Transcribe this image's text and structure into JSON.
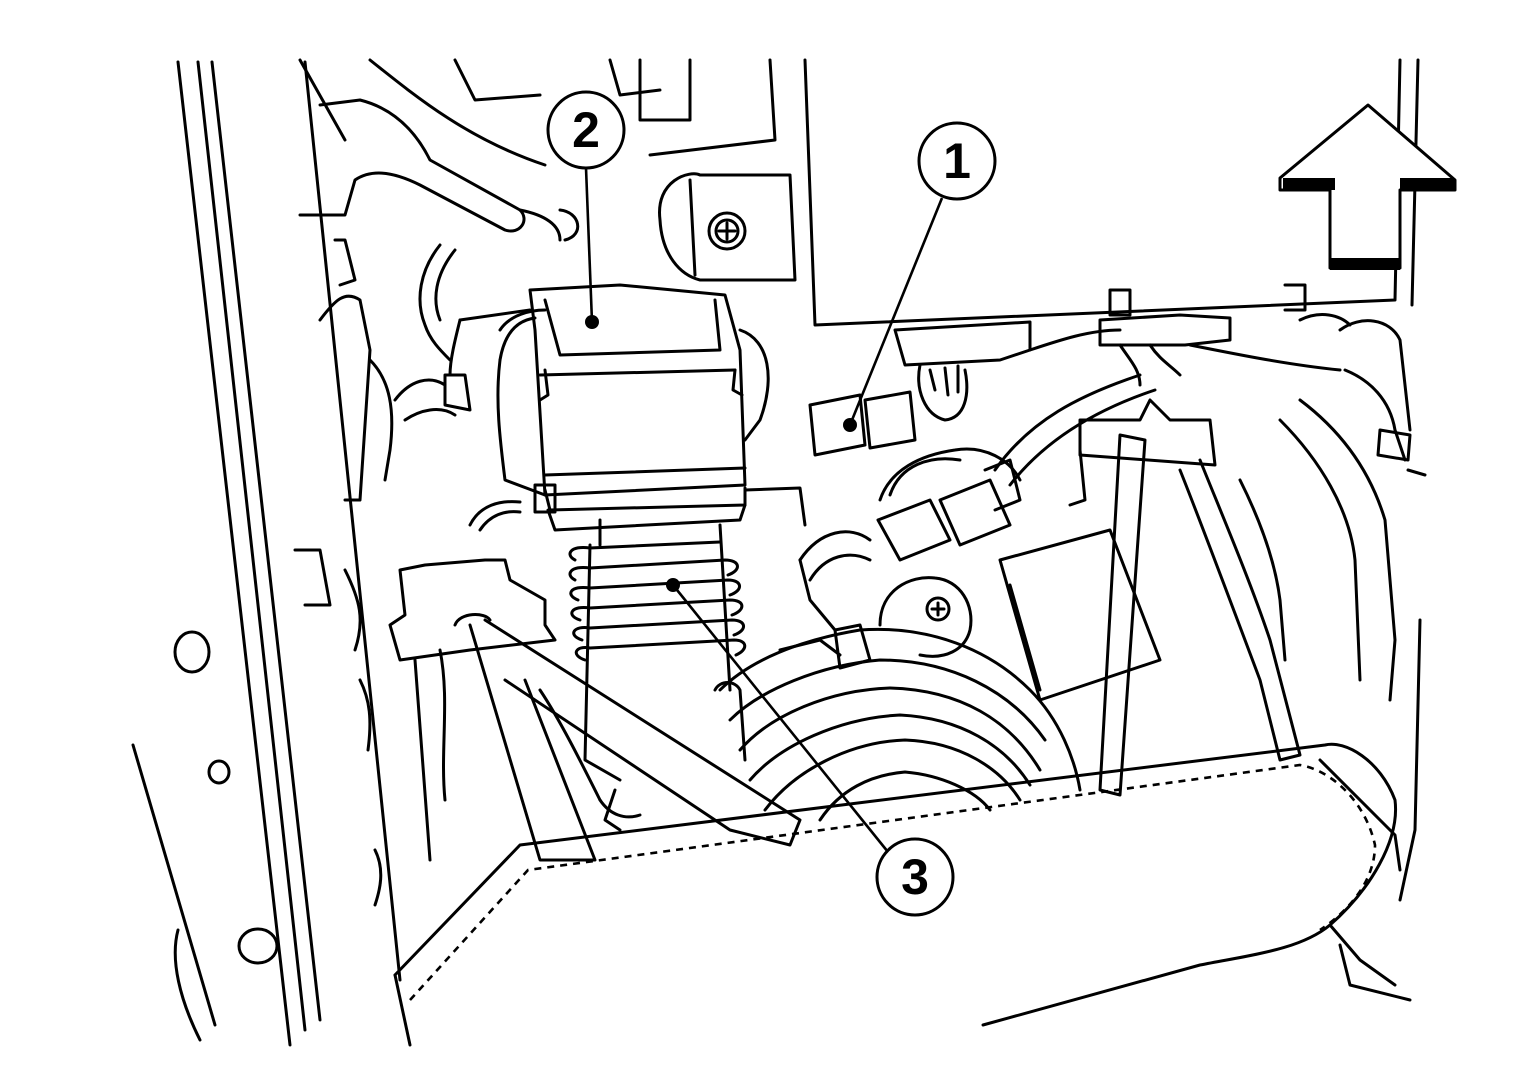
{
  "colors": {
    "line": "#000000",
    "background": "#ffffff"
  },
  "icons": {
    "direction_arrow": "up-arrow-icon",
    "screw": "screw-icon"
  },
  "callouts": [
    {
      "id": "callout-1",
      "label": "1"
    },
    {
      "id": "callout-2",
      "label": "2"
    },
    {
      "id": "callout-3",
      "label": "3"
    }
  ]
}
